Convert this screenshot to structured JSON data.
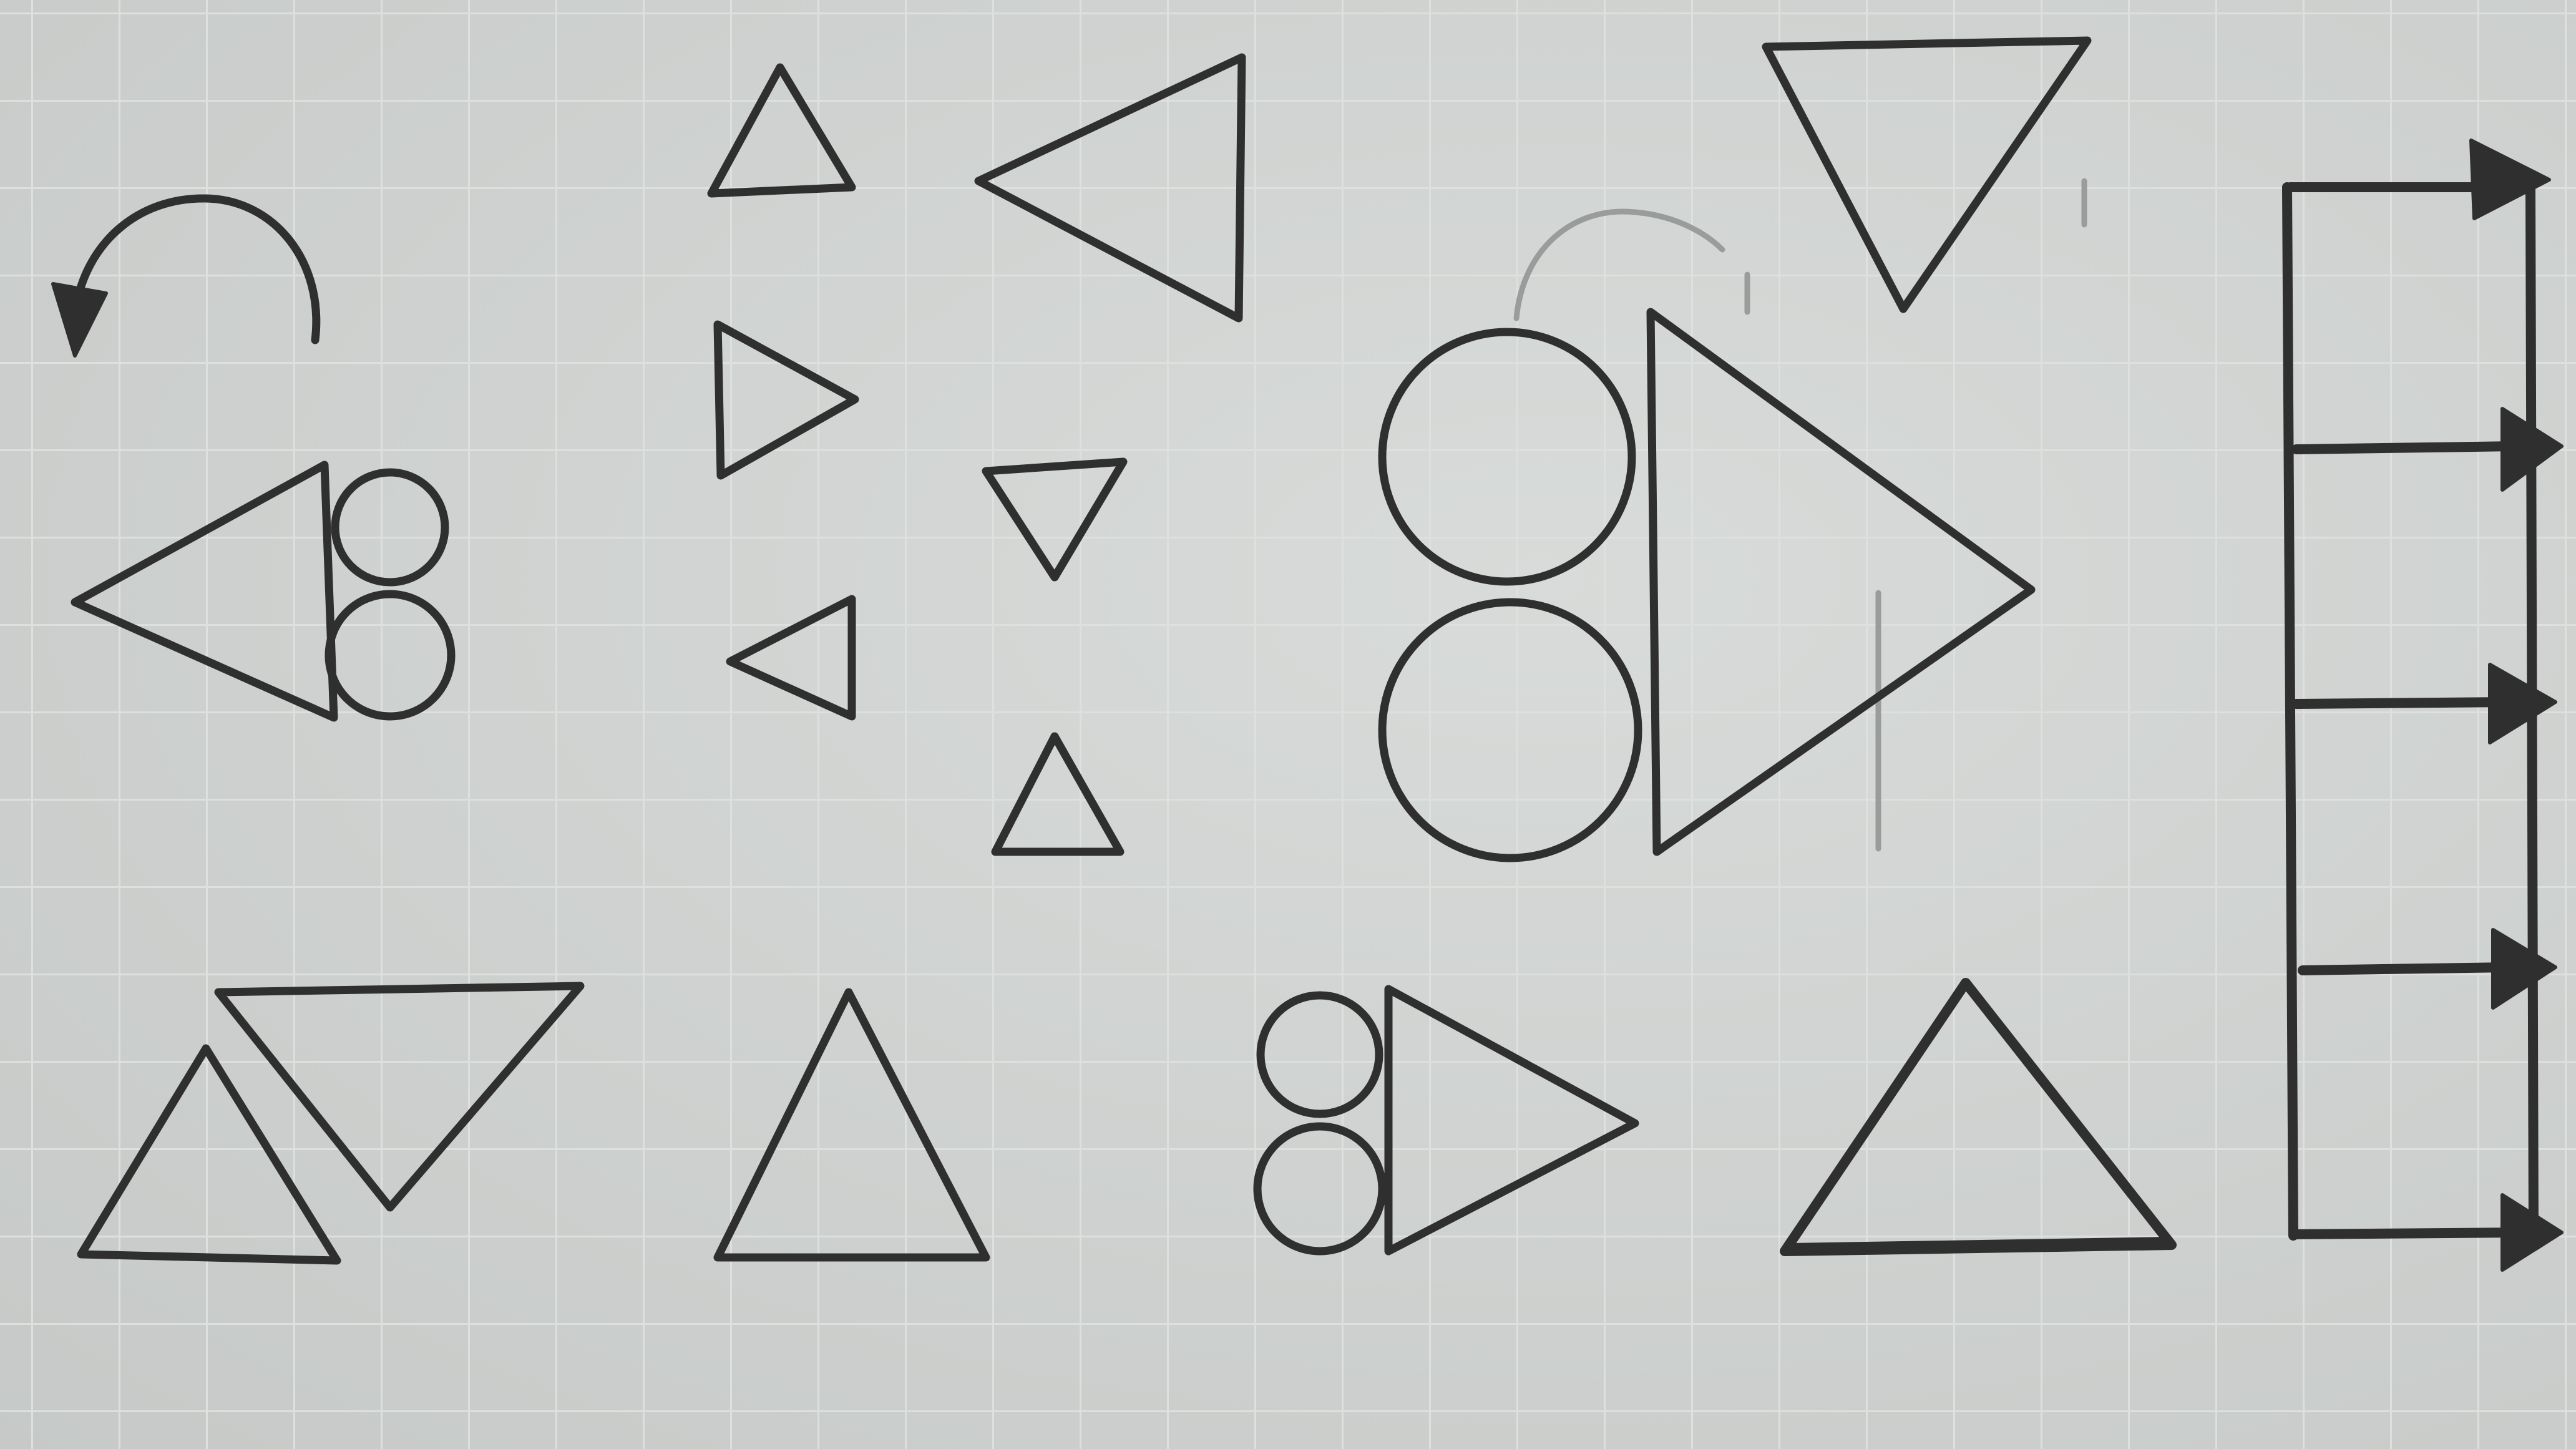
{
  "colors": {
    "ink": "#2f2f2f",
    "faint": "#9a9c9b",
    "paper": "#cfd2d0",
    "grid": "#dde0de"
  },
  "figures": [
    {
      "id": "curved-arrow",
      "type": "arc-arrow",
      "direction": "counter-clockwise"
    },
    {
      "id": "triangle-with-two-circles-left",
      "type": "triangle",
      "points": "left",
      "circles": 2
    },
    {
      "id": "triangle-pair-overlap",
      "type": "triangles",
      "items": [
        "down",
        "up"
      ]
    },
    {
      "id": "small-triangle-up",
      "type": "triangle",
      "points": "up"
    },
    {
      "id": "small-triangle-right",
      "type": "triangle",
      "points": "right"
    },
    {
      "id": "small-triangle-left",
      "type": "triangle",
      "points": "left"
    },
    {
      "id": "medium-triangle-up",
      "type": "triangle",
      "points": "up"
    },
    {
      "id": "large-triangle-left",
      "type": "triangle",
      "points": "left"
    },
    {
      "id": "small-triangle-down",
      "type": "triangle",
      "points": "down"
    },
    {
      "id": "small-triangle-up-2",
      "type": "triangle",
      "points": "up"
    },
    {
      "id": "large-triangle-down",
      "type": "triangle",
      "points": "down"
    },
    {
      "id": "big-triangle-right-with-two-circles",
      "type": "triangle",
      "points": "right",
      "circles": 2
    },
    {
      "id": "triangle-right-with-two-circles",
      "type": "triangle",
      "points": "right",
      "circles": 2
    },
    {
      "id": "large-triangle-up",
      "type": "triangle",
      "points": "up"
    },
    {
      "id": "arrow-ladder",
      "type": "arrows",
      "arrow_count": 5,
      "points": "right"
    }
  ]
}
